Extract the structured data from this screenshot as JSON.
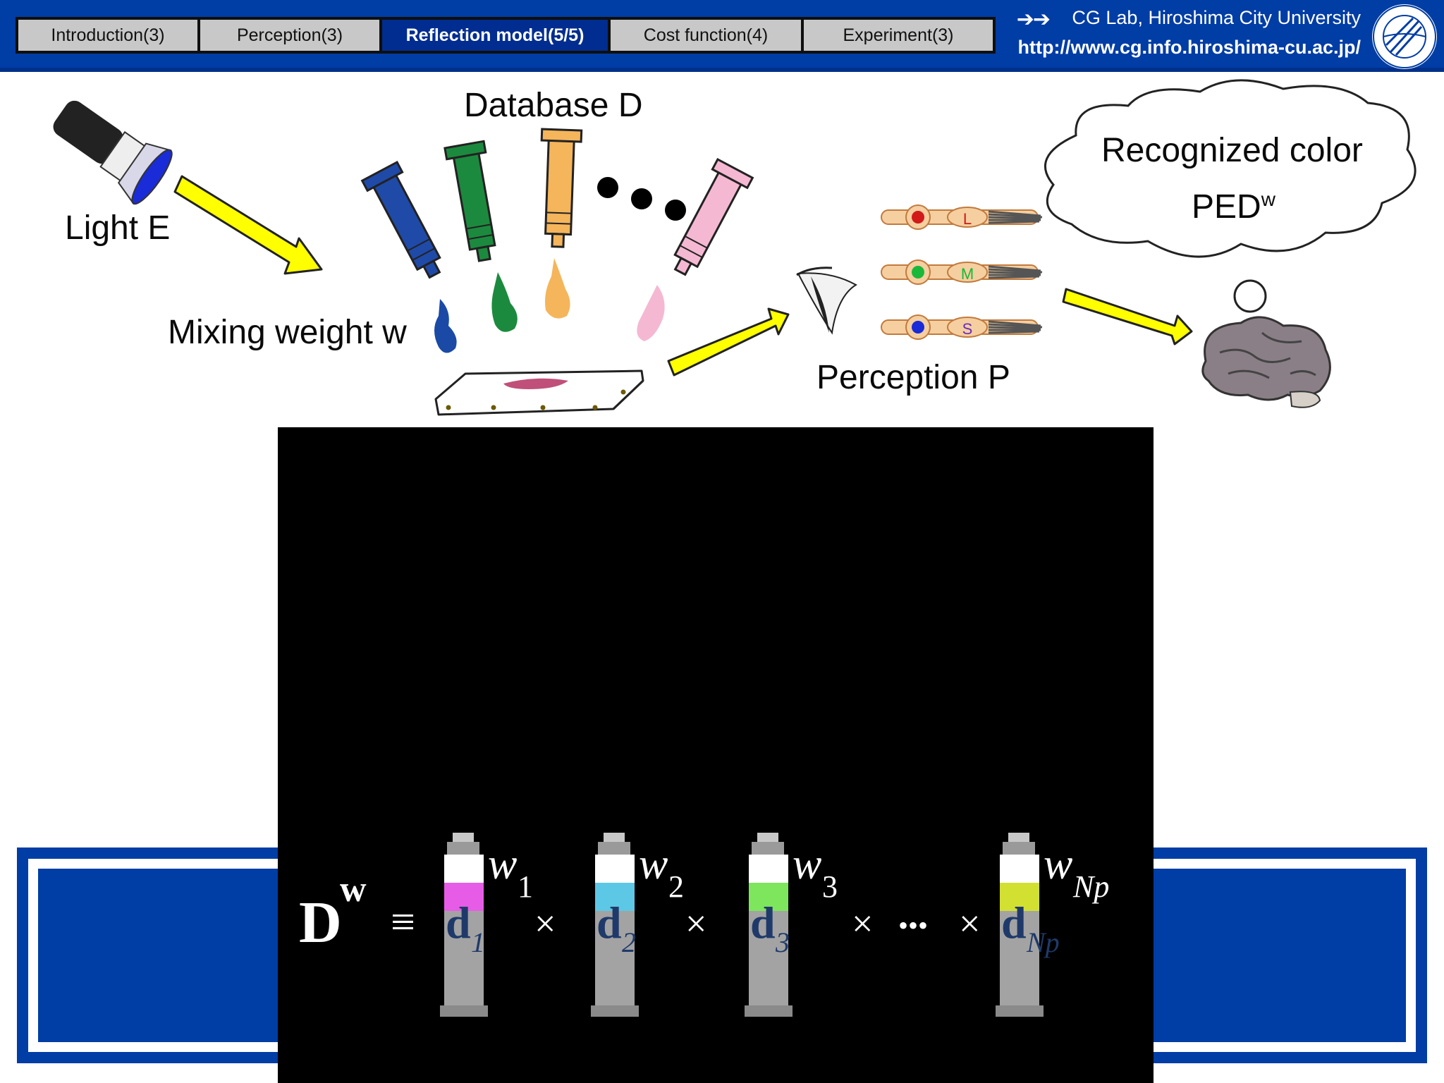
{
  "nav": {
    "tabs": [
      {
        "label": "Introduction(3)"
      },
      {
        "label": "Perception(3)"
      },
      {
        "label": "Reflection model(5/5)",
        "active": true
      },
      {
        "label": "Cost function(4)"
      },
      {
        "label": "Experiment(3)"
      }
    ]
  },
  "lab": {
    "arrows": "➔➔",
    "name": "CG Lab, Hiroshima City University",
    "url": "http://www.cg.info.hiroshima-cu.ac.jp/"
  },
  "diagram": {
    "light_label": "Light E",
    "database_label": "Database D",
    "mixing_label": "Mixing weight w",
    "perception_label": "Perception P",
    "recognized_label": "Recognized color",
    "ped_label": "PED",
    "ped_sup": "w",
    "cones": [
      "L",
      "M",
      "S"
    ]
  },
  "equation": {
    "lhs": "D",
    "lhs_sup": "w",
    "equiv": "≡",
    "times": "×",
    "ellipsis": "•••",
    "terms": [
      {
        "d": "d",
        "sub": "1",
        "w": "w",
        "wsub": "1",
        "color": "#e75ce6"
      },
      {
        "d": "d",
        "sub": "2",
        "w": "w",
        "wsub": "2",
        "color": "#5cc8e6"
      },
      {
        "d": "d",
        "sub": "3",
        "w": "w",
        "wsub": "3",
        "color": "#7de65c"
      },
      {
        "d": "d",
        "sub": "Np",
        "w": "w",
        "wsub": "Np",
        "color": "#d2e032"
      }
    ]
  },
  "colors": {
    "header": "#003da5",
    "active_tab": "#002d8f",
    "arrow": "#ffff00",
    "tube_blue": "#1f4aa8",
    "tube_green": "#1c8a3e",
    "tube_orange": "#f5b55a",
    "tube_pink": "#f5b8d2"
  }
}
